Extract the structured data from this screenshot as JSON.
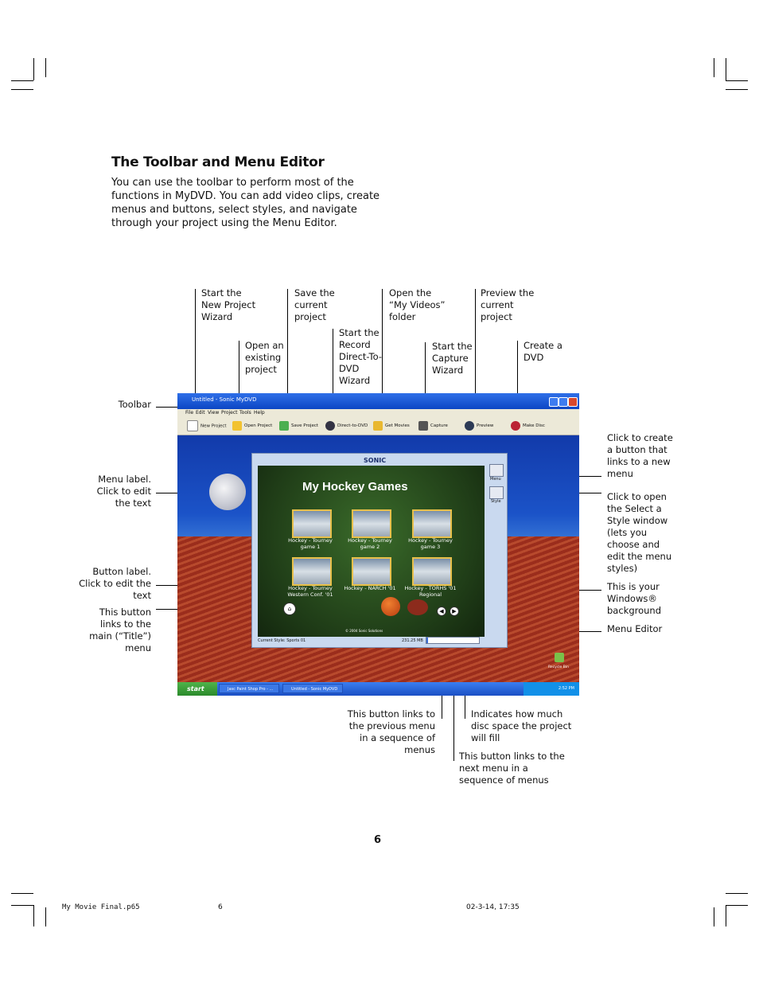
{
  "heading": "The Toolbar and Menu Editor",
  "intro_lines": [
    "You can use the toolbar to perform most of the",
    "functions in MyDVD. You can add video clips, create",
    "menus and buttons, select styles, and navigate",
    "through your project using the Menu Editor."
  ],
  "callouts": {
    "new_project": [
      "Start the",
      "New Project",
      "Wizard"
    ],
    "open_project": [
      "Open an",
      "existing",
      "project"
    ],
    "save_project": [
      "Save the",
      "current",
      "project"
    ],
    "direct_to_dvd": [
      "Start the",
      "Record",
      "Direct-To-",
      "DVD",
      "Wizard"
    ],
    "my_videos": [
      "Open the",
      "“My Videos”",
      "folder"
    ],
    "capture": [
      "Start the",
      "Capture",
      "Wizard"
    ],
    "preview": [
      "Preview the",
      "current",
      "project"
    ],
    "make_disc": [
      "Create a",
      "DVD"
    ],
    "toolbar": [
      "Toolbar"
    ],
    "menu_label": [
      "Menu label.",
      "Click to edit",
      "the text"
    ],
    "button_label": [
      "Button label.",
      "Click to edit the",
      "text"
    ],
    "title_button": [
      "This button",
      "links to the",
      "main (“Title”)",
      "menu"
    ],
    "create_button": [
      "Click to create",
      "a button that",
      "links to a new",
      "menu"
    ],
    "select_style": [
      "Click to open",
      "the Select a",
      "Style window",
      "(lets you",
      "choose and",
      "edit the menu",
      "styles)"
    ],
    "background": [
      "This is your",
      "Windows®",
      "background"
    ],
    "menu_editor": [
      "Menu Editor"
    ],
    "prev_menu": [
      "This button links to",
      "the previous menu",
      "in a sequence of",
      "menus"
    ],
    "disc_space": [
      "Indicates how much",
      "disc space the project",
      "will fill"
    ],
    "next_menu": [
      "This button links to the",
      "next menu in a",
      "sequence of menus"
    ]
  },
  "screenshot": {
    "window_title": "Untitled - Sonic MyDVD",
    "menu_items": [
      "File",
      "Edit",
      "View",
      "Project",
      "Tools",
      "Help"
    ],
    "toolbar_buttons": [
      "New Project",
      "Open Project",
      "Save Project",
      "Direct-to-DVD",
      "Get Movies",
      "Capture",
      "Preview",
      "Make Disc"
    ],
    "brand": "SONIC",
    "menu_title": "My Hockey Games",
    "thumbnails": [
      [
        "Hockey - Tourney",
        "game 1"
      ],
      [
        "Hockey - Tourney",
        "game 2"
      ],
      [
        "Hockey - Tourney",
        "game 3"
      ],
      [
        "Hockey - Tourney",
        "Western Conf. '01"
      ],
      [
        "Hockey - NARCH '01",
        ""
      ],
      [
        "Hockey - TORHS '01",
        "Regional"
      ]
    ],
    "side_buttons": [
      "Menu",
      "Style"
    ],
    "current_style": "Current Style: Sports 01",
    "disc_size": "231.25 MB",
    "disc_fill_fraction": 0.03,
    "copyright": "© 2004 Sonic Solutions",
    "recycle_bin": "Recycle Bin",
    "taskbar_start": "start",
    "taskbar_tasks": [
      "Jasc Paint Shop Pro - ...",
      "Untitled - Sonic MyDVD"
    ],
    "clock": "2:52 PM"
  },
  "page_number": "6",
  "footer": {
    "file": "My Movie Final.p65",
    "page": "6",
    "date": "02-3-14, 17:35"
  }
}
